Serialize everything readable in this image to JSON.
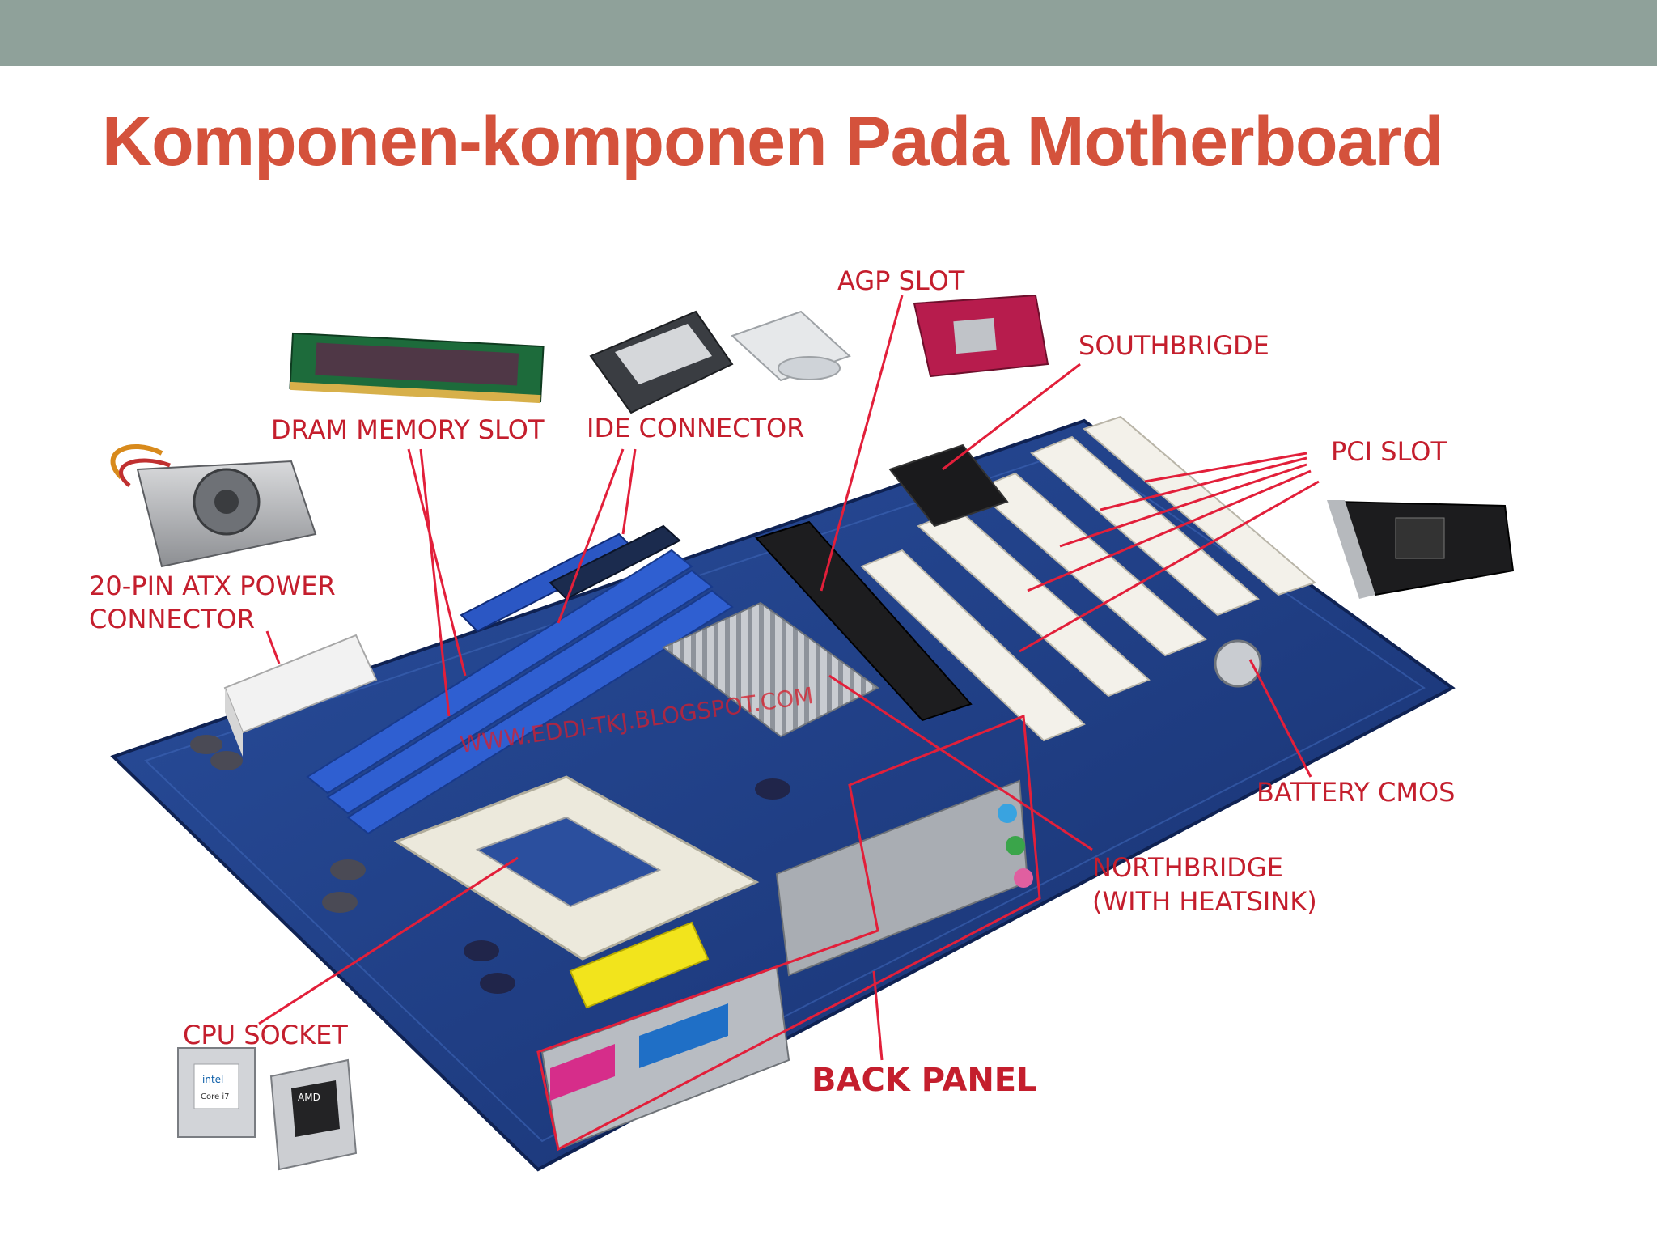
{
  "slide": {
    "title": "Komponen-komponen Pada Motherboard",
    "accent_color": "#d4523c",
    "header_bar_color": "#8fa19a"
  },
  "figure": {
    "label_color": "#c41e2d",
    "board_color": "#1f3f8a",
    "watermark": "WWW.EDDI-TKJ.BLOGSPOT.COM",
    "labels": {
      "agp_slot": "AGP SLOT",
      "southbridge": "SOUTHBRIGDE",
      "dram_memory_slot": "DRAM MEMORY SLOT",
      "ide_connector": "IDE CONNECTOR",
      "pci_slot": "PCI SLOT",
      "atx_power_line1": "20-PIN ATX POWER",
      "atx_power_line2": "CONNECTOR",
      "battery_cmos": "BATTERY CMOS",
      "northbridge_line1": "NORTHBRIDGE",
      "northbridge_line2": "(WITH HEATSINK)",
      "cpu_socket": "CPU SOCKET",
      "back_panel": "BACK PANEL"
    },
    "chips": {
      "intel_brand": "intel",
      "intel_model": "Core i7",
      "amd_brand": "AMD"
    }
  }
}
